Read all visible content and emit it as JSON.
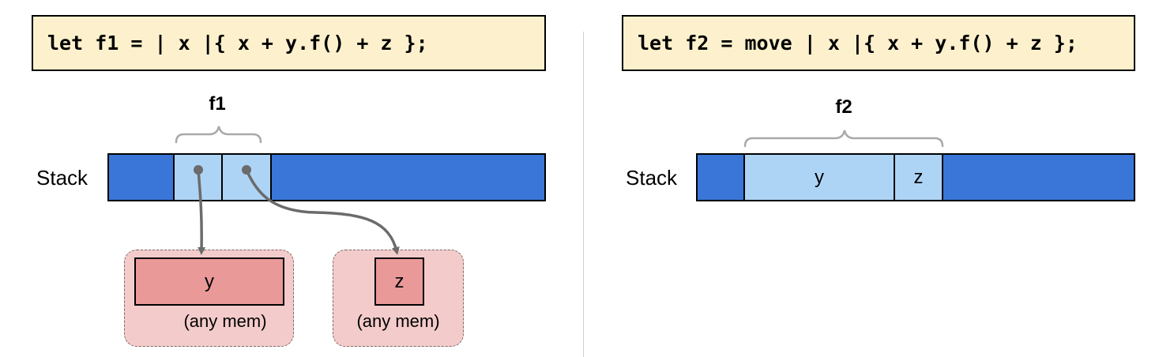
{
  "left": {
    "code": "let f1 = | x |{ x + y.f() + z };",
    "closure_label": "f1",
    "stack_label": "Stack",
    "memory": [
      {
        "name": "y",
        "caption": "(any mem)"
      },
      {
        "name": "z",
        "caption": "(any mem)"
      }
    ]
  },
  "right": {
    "code": "let f2 = move | x |{ x + y.f() + z };",
    "closure_label": "f2",
    "stack_label": "Stack",
    "cells": [
      {
        "name": "y"
      },
      {
        "name": "z"
      }
    ]
  },
  "colors": {
    "code_bg": "#fdf1cd",
    "stack": "#3a76d8",
    "stack_cell": "#aed4f5",
    "mem_region": "#f4cbcb",
    "mem_box": "#ea9999",
    "pointer": "#6b6b6b"
  }
}
